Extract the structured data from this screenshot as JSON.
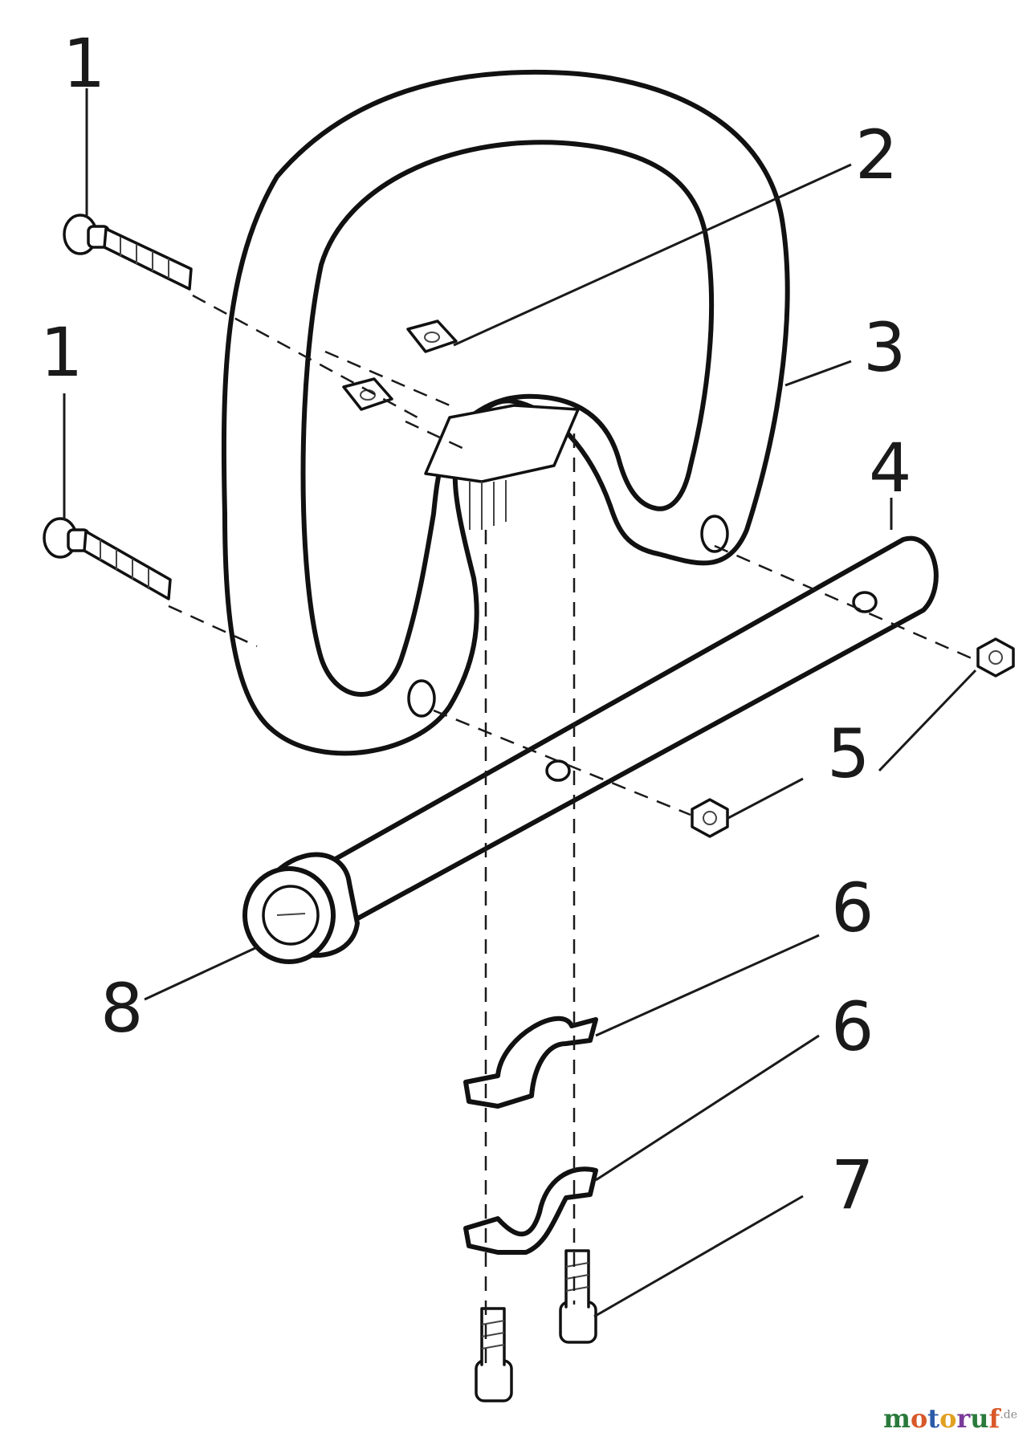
{
  "callouts": {
    "c1a": "1",
    "c1b": "1",
    "c2": "2",
    "c3": "3",
    "c4": "4",
    "c5": "5",
    "c6a": "6",
    "c6b": "6",
    "c7": "7",
    "c8": "8"
  },
  "watermark": {
    "text": "motoruf",
    "suffix": ".de",
    "colors": [
      "#2a7a3b",
      "#d8582a",
      "#2a5aa8",
      "#e0a020",
      "#7a3a9a",
      "#2a7a3b",
      "#d8582a"
    ]
  },
  "icons": [
    "screw-icon",
    "square-nut-icon",
    "loop-handle-icon",
    "tube-icon",
    "hex-nut-icon",
    "clamp-half-icon",
    "bolt-icon",
    "end-cap-icon"
  ]
}
